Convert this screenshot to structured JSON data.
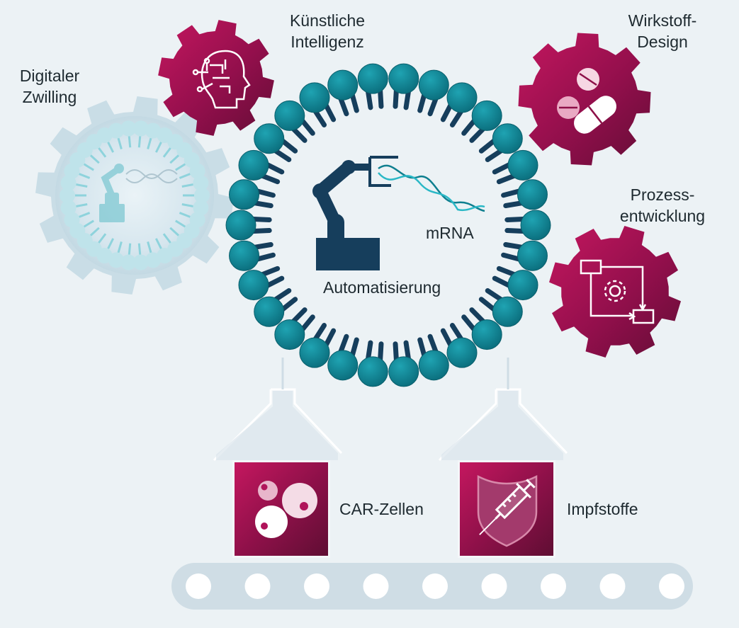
{
  "labels": {
    "digital_twin_line1": "Digitaler",
    "digital_twin_line2": "Zwilling",
    "ai_line1": "Künstliche",
    "ai_line2": "Intelligenz",
    "drug_design_line1": "Wirkstoff-",
    "drug_design_line2": "Design",
    "process_line1": "Prozess-",
    "process_line2": "entwicklung",
    "mrna": "mRNA",
    "automation": "Automatisierung",
    "car_cells": "CAR-Zellen",
    "vaccines": "Impfstoffe"
  },
  "colors": {
    "background": "#ecf2f5",
    "teal": "#0e7f8f",
    "navy": "#163e5c",
    "magenta": "#b0145a",
    "twin": "#c9dde6",
    "conveyor": "#cfdde5"
  },
  "icons": {
    "ai": "brain-circuit-icon",
    "drug_design": "pills-icon",
    "process": "process-gear-flow-icon",
    "car_cells": "cells-icon",
    "vaccines": "syringe-shield-icon",
    "automation": "robot-arm-icon"
  }
}
